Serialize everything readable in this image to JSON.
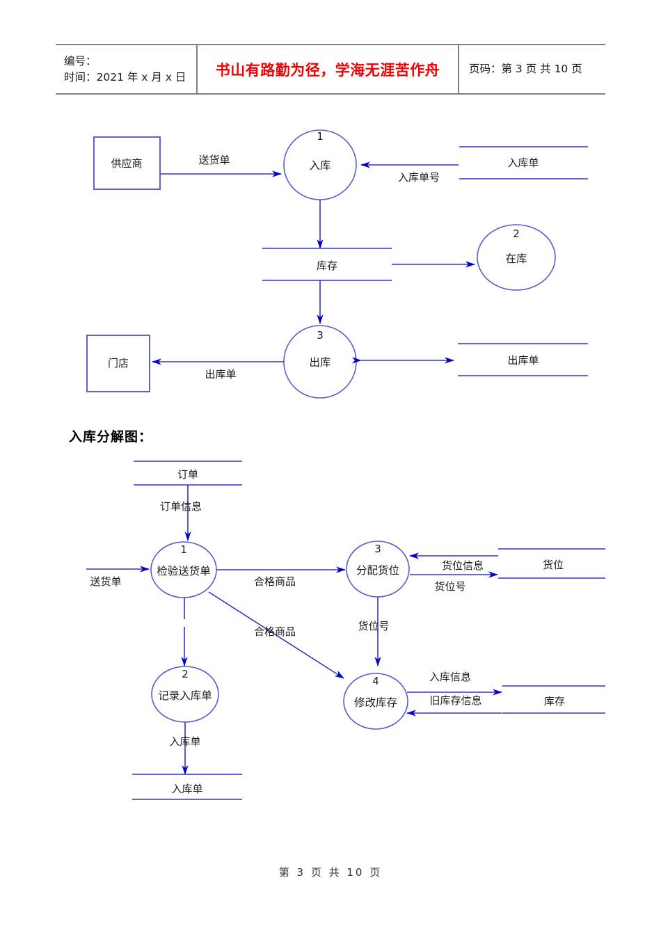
{
  "header": {
    "field_label_code": "编号：",
    "field_label_time": "时间：2021 年 x 月 x 日",
    "slogan": "书山有路勤为径，学海无涯苦作舟",
    "page_info": "页码：第 3 页  共 10 页"
  },
  "footer": {
    "page_info": "第 3 页 共 10 页"
  },
  "section_caption": "入库分解图：",
  "diagram_top": {
    "externals": [
      {
        "id": "supplier",
        "label": "供应商"
      },
      {
        "id": "store",
        "label": "门店"
      }
    ],
    "processes": [
      {
        "id": "p1",
        "number": "1",
        "label": "入库"
      },
      {
        "id": "p2",
        "number": "2",
        "label": "在库"
      },
      {
        "id": "p3",
        "number": "3",
        "label": "出库"
      }
    ],
    "datastores": [
      {
        "id": "ds-rukudan",
        "label": "入库单"
      },
      {
        "id": "ds-kucun",
        "label": "库存"
      },
      {
        "id": "ds-chukudan",
        "label": "出库单"
      }
    ],
    "flows": [
      {
        "id": "f1",
        "label": "送货单",
        "from": "supplier",
        "to": "p1"
      },
      {
        "id": "f2",
        "label": "入库单号",
        "from": "ds-rukudan",
        "to": "p1"
      },
      {
        "id": "f3",
        "label": "",
        "from": "p1",
        "to": "ds-kucun"
      },
      {
        "id": "f4",
        "label": "",
        "from": "ds-kucun",
        "to": "p2"
      },
      {
        "id": "f5",
        "label": "",
        "from": "ds-kucun",
        "to": "p3"
      },
      {
        "id": "f6",
        "label": "出库单",
        "from": "p3",
        "to": "store"
      },
      {
        "id": "f7",
        "label": "",
        "from": "p3",
        "to": "ds-chukudan",
        "bidirectional": true
      }
    ]
  },
  "diagram_bottom": {
    "processes": [
      {
        "id": "b1",
        "number": "1",
        "label": "检验送货单"
      },
      {
        "id": "b2",
        "number": "2",
        "label": "记录入库单"
      },
      {
        "id": "b3",
        "number": "3",
        "label": "分配货位"
      },
      {
        "id": "b4",
        "number": "4",
        "label": "修改库存"
      }
    ],
    "datastores": [
      {
        "id": "bds-dingdan",
        "label": "订单"
      },
      {
        "id": "bds-huowei",
        "label": "货位"
      },
      {
        "id": "bds-kucun",
        "label": "库存"
      },
      {
        "id": "bds-rukudan",
        "label": "入库单"
      }
    ],
    "flows": [
      {
        "id": "bf1",
        "label": "订单信息",
        "from": "bds-dingdan",
        "to": "b1"
      },
      {
        "id": "bf2",
        "label": "送货单",
        "from": "external",
        "to": "b1"
      },
      {
        "id": "bf3",
        "label": "合格商品",
        "from": "b1",
        "to": "b3"
      },
      {
        "id": "bf4",
        "label": "合格商品",
        "from": "b1",
        "to": "b4"
      },
      {
        "id": "bf5",
        "label": "",
        "from": "b1",
        "to": "b2"
      },
      {
        "id": "bf6",
        "label": "货位信息",
        "from": "bds-huowei",
        "to": "b3"
      },
      {
        "id": "bf7",
        "label": "货位号",
        "from": "b3",
        "to": "bds-huowei"
      },
      {
        "id": "bf8",
        "label": "货位号",
        "from": "b3",
        "to": "b4"
      },
      {
        "id": "bf9",
        "label": "入库信息",
        "from": "b4",
        "to": "bds-kucun"
      },
      {
        "id": "bf10",
        "label": "旧库存信息",
        "from": "bds-kucun",
        "to": "b4"
      },
      {
        "id": "bf11",
        "label": "入库单",
        "from": "b2",
        "to": "bds-rukudan"
      }
    ]
  },
  "colors": {
    "line_blue": "#3333bb",
    "shape_blue": "#5050c8",
    "arrow_blue": "#0000cc",
    "slogan_red": "#ee0000",
    "table_border": "#808080"
  }
}
